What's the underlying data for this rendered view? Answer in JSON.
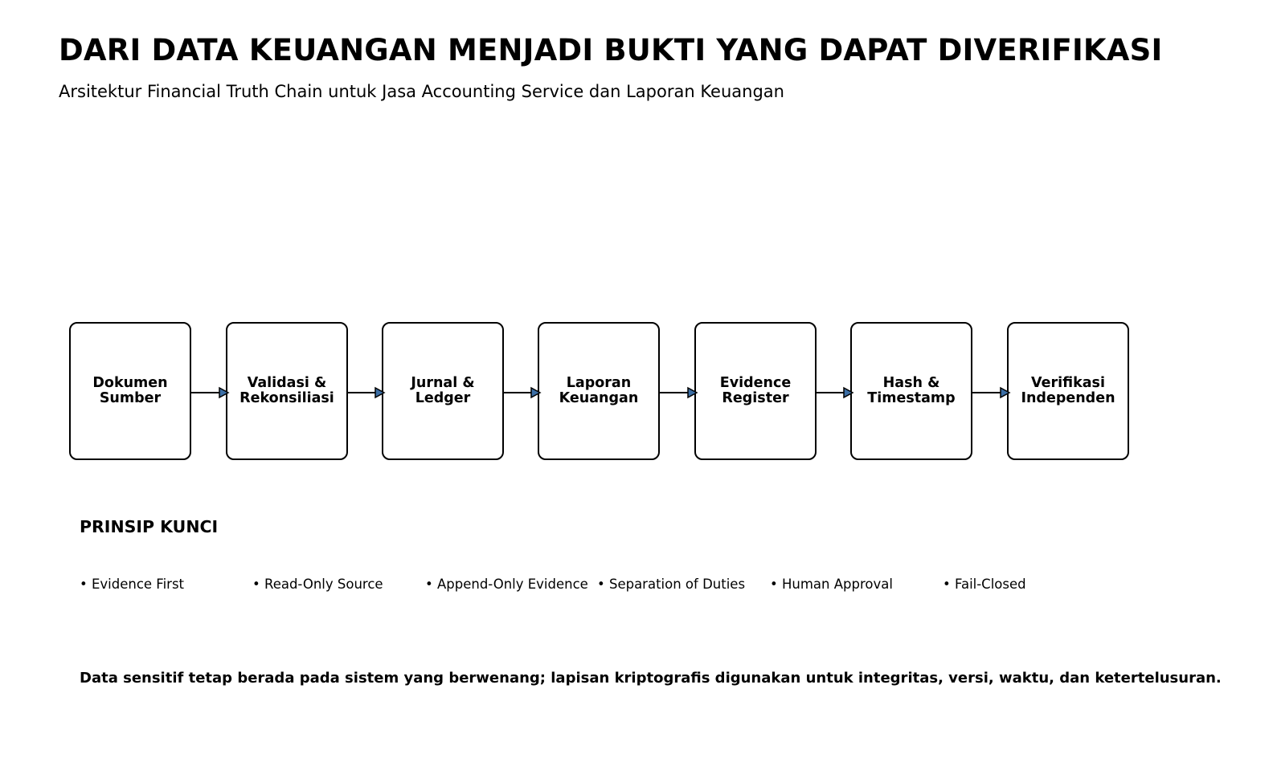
{
  "title": "DARI DATA KEUANGAN MENJADI BUKTI YANG DAPAT DIVERIFIKASI",
  "subtitle": "Arsitektur Financial Truth Chain untuk Jasa Accounting Service dan Laporan Keuangan",
  "flow": {
    "steps": [
      {
        "label": "Dokumen\nSumber"
      },
      {
        "label": "Validasi &\nRekonsiliasi"
      },
      {
        "label": "Jurnal &\nLedger"
      },
      {
        "label": "Laporan\nKeuangan"
      },
      {
        "label": "Evidence\nRegister"
      },
      {
        "label": "Hash &\nTimestamp"
      },
      {
        "label": "Verifikasi\nIndependen"
      }
    ],
    "arrow_head_color": "#3b6ea5",
    "box_border_color": "#000000"
  },
  "principles": {
    "heading": "PRINSIP KUNCI",
    "items": [
      "• Evidence First",
      "• Read-Only Source",
      "• Append-Only Evidence",
      "• Separation of Duties",
      "• Human Approval",
      "• Fail-Closed"
    ]
  },
  "footnote": "Data sensitif tetap berada pada sistem yang berwenang; lapisan kriptografis digunakan untuk integritas, versi, waktu, dan ketertelusuran."
}
